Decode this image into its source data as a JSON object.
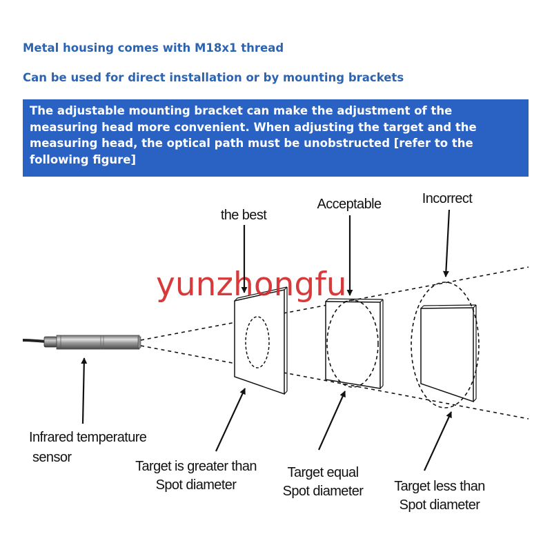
{
  "header": {
    "line1": "Metal housing comes with M18x1 thread",
    "line2": "Can be used for direct installation or by mounting brackets"
  },
  "info_box": {
    "text": "The adjustable mounting bracket can make the adjustment of the measuring head more convenient. When adjusting the target and the measuring head, the optical path must be unobstructed [refer to the following figure]"
  },
  "diagram": {
    "labels_top": {
      "best": "the best",
      "acceptable": "Acceptable",
      "incorrect": "Incorrect"
    },
    "sensor_label": {
      "line1": "Infrared temperature",
      "line2": "sensor"
    },
    "target1_label": {
      "line1": "Target is greater than",
      "line2": "Spot diameter"
    },
    "target2_label": {
      "line1": "Target equal",
      "line2": "Spot diameter"
    },
    "target3_label": {
      "line1": "Target less than",
      "line2": "Spot diameter"
    }
  },
  "watermark": "yunzhongfu",
  "colors": {
    "heading": "#2c64b2",
    "box_bg": "#2a62c4",
    "box_text": "#ffffff",
    "watermark": "#d42a2a"
  }
}
